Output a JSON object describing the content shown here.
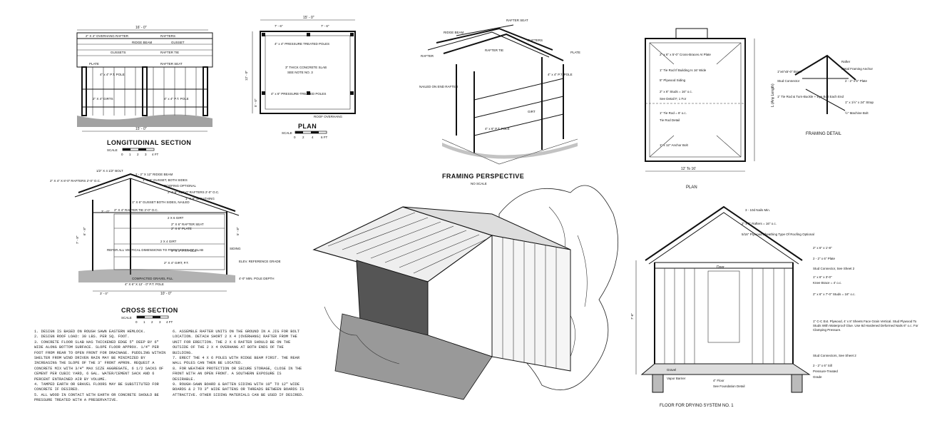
{
  "longitudinal": {
    "title": "LONGITUDINAL SECTION",
    "scale": "SCALE",
    "scale_ticks": [
      "0",
      "1",
      "2",
      "3",
      "4 FT"
    ],
    "dim_top": "16' - 0\"",
    "dim_bottom": "15' - 0\"",
    "labels": {
      "overhang": "2\" X 4\" OVERHANG RAFTER",
      "rafters": "RAFTERS",
      "ridge": "RIDGE BEAM",
      "gusset": "GUSSET",
      "gussets": "GUSSETS",
      "rafter_tie": "RAFTER TIE",
      "rafter_seat": "RAFTER SEAT",
      "plate": "PLATE",
      "pole_left": "4\" x 4\" P.T. POLE",
      "pole_right": "4\" x 4\" P.T. POLE",
      "girts": "2\" X 4\" GIRTS"
    }
  },
  "plan": {
    "title": "PLAN",
    "scale": "SCALE",
    "scale_ticks": [
      "0",
      "2",
      "4",
      "6 FT"
    ],
    "dim_top": "15' - 0\"",
    "dim_a": "7' - 6\"",
    "dim_b": "7' - 6\"",
    "dim_left": "12' - 0\"",
    "dim_left2": "5' - 0\"",
    "poles_top": "4\" x 4\" PRESSURE TREATED POLES",
    "slab": "3\" THICK CONCRETE SLAB",
    "slab_note": "SEE NOTE NO. 3",
    "poles_bottom": "4\" x 6\" PRESSURE-TREATED POLES",
    "roof_overhang": "ROOF OVERHANG"
  },
  "framing_perspective": {
    "title": "FRAMING PERSPECTIVE",
    "subtitle": "NO SCALE",
    "labels": {
      "rafter_seat": "RAFTER SEAT",
      "ridge_beam": "RIDGE BEAM",
      "rafter": "RAFTER",
      "rafters": "RAFTERS",
      "rafter_tie": "RAFTER TIE",
      "plate": "PLATE",
      "pole": "4\" x 4\" P.T. POLE",
      "pole2": "4\" x 6\" P.T. POLE",
      "girt": "GIRT",
      "nailed": "NAILED ON END RAFTER"
    }
  },
  "drying_plan": {
    "title": "PLAN",
    "dim_bottom": "12' To 16'",
    "dim_right": "L (Any Length)",
    "labels": {
      "cross_braces": "2\" x 6\" x 5'-0\" Cross-Braces At Plate",
      "tie_rod": "1\" Tie Rod If Building Is 16' Wide",
      "plywood": "5\" Plywood Siding",
      "studs": "2\" x 6\" Studs = 16\" o.c.",
      "see_detail": "See Detail F, 1 For",
      "tie_rod2": "1\" Tie Rod = 8' o.c.",
      "tie_rod_detail": "Tie Rod Detail",
      "anchor": "1\" x 12\" Anchor Bolt"
    }
  },
  "framing_detail": {
    "title": "FRAMING DETAIL",
    "labels": {
      "rafter": "Rafter",
      "anchor": "Metal Framing Anchor",
      "plate": "2 - 2\" x 6\" Plate",
      "stud_conn": "Stud Connector",
      "stud": "1\"x6\"x5'-0\" Brace",
      "tie_rod": "1\" Tie Rod & Turn-Buckle + Eye Bolt Each End",
      "strap": "1\" x 1½\" x 24\" Strap",
      "bolt": "½\" Machine Bolt"
    }
  },
  "cross_section": {
    "title": "CROSS SECTION",
    "scale": "SCALE",
    "scale_ticks": [
      "0",
      "1",
      "2",
      "3",
      "4 FT"
    ],
    "dim_base": "10' - 0\"",
    "dim_left": "3' - 0\"",
    "dim_left2": "3' - 0\"",
    "dim_height": "7' - 8\"",
    "dim_height2": "6' - 8\"",
    "dim_right": "5' - 8\"",
    "labels": {
      "bolt": "1/2\" X 4 1/2\" BOLT",
      "ridge": "2 - 2\" X 12\" RIDGE BEAM",
      "rafters": "2\" X 4\" X 8'-0\" RAFTERS 2'-0\" O.C.",
      "gusset": "1\" X 6\" GUSSET, BOTH SIDES",
      "roofing": "ROOFING OPTIONAL",
      "tie_rafters": "2\" X 6\" X12'-0\" RAFTERS 2'-0\" O.C.",
      "sheathing": "1\" X 6\" SHEATHING",
      "gusset2": "1\" X 6\" GUSSET BOTH SIDES, NAILED",
      "rafter_tie": "2\" X 4\" RAFTER TIE 3'-0\" O.C.",
      "girt_top": "2 X 6 GIRT",
      "rafter_seat": "2\" X 6\" RAFTER SEAT",
      "plate": "2\" X 6\" PLATE",
      "girt_mid": "2 X 4 GIRT",
      "pole": "4\" X 4\" P.T. POLE",
      "siding": "SIDING",
      "refer": "REFER ALL VERTICAL DIMENSIONS TO FRONT EDGE OF SLAB",
      "girt_low": "2\" X 4\" GIRT, P.T.",
      "gravel": "COMPACTED GRAVEL FILL",
      "pole_base": "4\" X 6\" X 12' - 0\" P.T. POLE",
      "elev": "ELEV. REFERENCE GRADE",
      "depth": "4'-0\" MIN. POLE DEPTH"
    }
  },
  "notes": {
    "left": [
      "1. DESIGN IS BASED ON ROUGH SAWN EASTERN HEMLOCK.",
      "2. DESIGN ROOF LOAD: 30 LBS. PER SQ. FOOT.",
      "3. CONCRETE FLOOR SLAB HAS THICKENED EDGE 5\" DEEP BY 6\" WIDE ALONG BOTTOM SURFACE. SLOPE FLOOR APPROX. 1/4\" PER FOOT FROM REAR TO OPEN FRONT FOR DRAINAGE. PUDDLING WITHIN SHELTER FROM WIND DRIVEN RAIN MAY BE MINIMIZED BY INCREASING THE SLOPE OF THE 3' FRONT APRON. REQUEST A CONCRETE MIX WITH 3/4\" MAX SIZE AGGREGATE, 6 1/2 SACKS OF CEMENT PER CUBIC YARD, 6 GAL. WATER/CEMENT SACK AND 6 PERCENT ENTRAINED AIR BY VOLUME.",
      "4. TAMPED EARTH OR GRAVEL FLOORS MAY BE SUBSTITUTED FOR CONCRETE IF DESIRED.",
      "5. ALL WOOD IN CONTACT WITH EARTH OR CONCRETE SHOULD BE PRESSURE TREATED WITH A PRESERVATIVE."
    ],
    "right": [
      "6. ASSEMBLE RAFTER UNITS ON THE GROUND IN A JIG FOR BOLT LOCATION. DETACH SHORT 2 X 4 (OVERHANG) RAFTER FROM THE UNIT FOR ERECTION. THE 2 X 6 RAFTER SHOULD BE ON THE OUTSIDE OF THE 2 X 4 OVERHANG AT BOTH ENDS OF THE BUILDING.",
      "7. ERECT THE 4 X 6 POLES WITH RIDGE BEAM FIRST. THE REAR WALL POLES CAN THEN BE LOCATED.",
      "8. FOR WEATHER PROTECTION OR SECURE STORAGE, CLOSE IN THE FRONT WITH AN OPEN FRONT. A SOUTHERN EXPOSURE IS DESIRABLE.",
      "9. ROUGH-SAWN BOARD & BATTEN SIDING WITH 10\" TO 12\" WIDE BOARDS & 2 TO 3\" WIDE BATTENS OR THREADS BETWEEN BOARDS IS ATTRACTIVE. OTHER SIDING MATERIALS CAN BE USED IF DESIRED."
    ]
  },
  "drying_section": {
    "title": "FLOOR FOR DRYING SYSTEM NO. 1",
    "dim_left": "7'-6\"",
    "labels": {
      "nails": "3 - 10d Nails Min.",
      "rafters": "2\" x 6\" Rafters = 16\" o.c.",
      "sheathing": "5/16\" Plywood Sheathing Type Of Roofing Optional",
      "ridge": "2\" x 6\" x 1'-8\"",
      "plate": "2 - 2\" x 6\" Plate",
      "stud_conn": "Stud Connector, See Sheet 2",
      "brace": "1\" x 6\" x 3'-0\"",
      "knee": "Knee Brace = 4' o.c.",
      "door": "Door",
      "studs": "2\" x 6\" x 7'-0\" Studs = 16\" o.c.",
      "ply": "1\" C-C Ext. Plywood, 4' x 8' Sheets Face Grain Vertical. Stud Plywood To Studs With Waterproof Glue. Use 8d Hardened Deformed Nails 6\" o.c. For Clamping Pressure.",
      "stud_conn2": "Stud Connectors, See Sheet 2",
      "sill": "2 - 2\" x 6\" Sill",
      "treated": "Pressure-Treated",
      "grade": "Grade",
      "gravel": "Gravel",
      "vapor": "Vapor Barrier",
      "floor": "4\" Floor",
      "found": "See Foundation Detail"
    }
  }
}
